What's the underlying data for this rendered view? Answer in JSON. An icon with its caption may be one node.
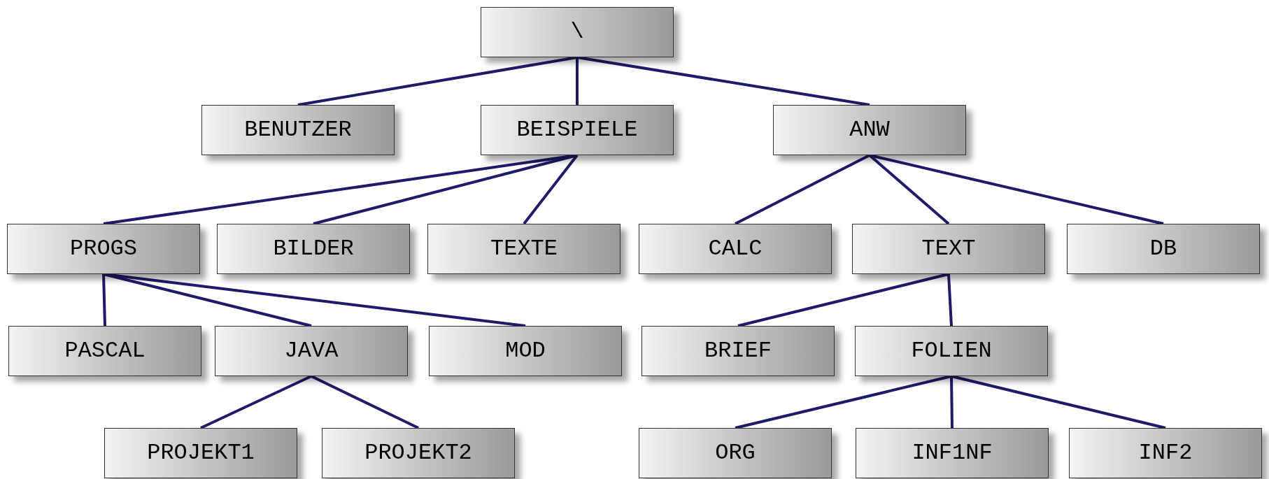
{
  "diagram": {
    "nodes": [
      {
        "text": [
          "\\"
        ]
      },
      {
        "text": [
          "BENUTZER"
        ]
      },
      {
        "text": [
          "BEISPIELE"
        ]
      },
      {
        "text": [
          "ANW"
        ]
      },
      {
        "text": [
          "PROGS"
        ]
      },
      {
        "text": [
          "BILDER"
        ]
      },
      {
        "text": [
          "TEXTE"
        ]
      },
      {
        "text": [
          "CALC"
        ]
      },
      {
        "text": [
          "TEXT"
        ]
      },
      {
        "text": [
          "DB"
        ]
      },
      {
        "text": [
          "PASCAL"
        ]
      },
      {
        "text": [
          "JAVA"
        ]
      },
      {
        "text": [
          "MOD"
        ]
      },
      {
        "text": [
          "BRIEF"
        ]
      },
      {
        "text": [
          "FOLIEN"
        ]
      },
      {
        "text": [
          "PROJEKT1"
        ]
      },
      {
        "text": [
          "PROJEKT2"
        ]
      },
      {
        "text": [
          "ORG"
        ]
      },
      {
        "text": [
          "INF1NF"
        ]
      },
      {
        "text": [
          "INF2"
        ]
      }
    ],
    "edges": [
      {
        "from": 0,
        "to": 1,
        "arrow": "none"
      },
      {
        "from": 0,
        "to": 2,
        "arrow": "none"
      },
      {
        "from": 0,
        "to": 3,
        "arrow": "none"
      },
      {
        "from": 2,
        "to": 4,
        "arrow": "none"
      },
      {
        "from": 2,
        "to": 5,
        "arrow": "none"
      },
      {
        "from": 2,
        "to": 6,
        "arrow": "none"
      },
      {
        "from": 3,
        "to": 7,
        "arrow": "none"
      },
      {
        "from": 3,
        "to": 8,
        "arrow": "none"
      },
      {
        "from": 3,
        "to": 9,
        "arrow": "none"
      },
      {
        "from": 4,
        "to": 10,
        "arrow": "none"
      },
      {
        "from": 4,
        "to": 11,
        "arrow": "none"
      },
      {
        "from": 4,
        "to": 12,
        "arrow": "none"
      },
      {
        "from": 8,
        "to": 13,
        "arrow": "none"
      },
      {
        "from": 8,
        "to": 14,
        "arrow": "none"
      },
      {
        "from": 11,
        "to": 15,
        "arrow": "none"
      },
      {
        "from": 11,
        "to": 16,
        "arrow": "none"
      },
      {
        "from": 14,
        "to": 17,
        "arrow": "none"
      },
      {
        "from": 14,
        "to": 18,
        "arrow": "none"
      },
      {
        "from": 14,
        "to": 19,
        "arrow": "none"
      }
    ]
  }
}
